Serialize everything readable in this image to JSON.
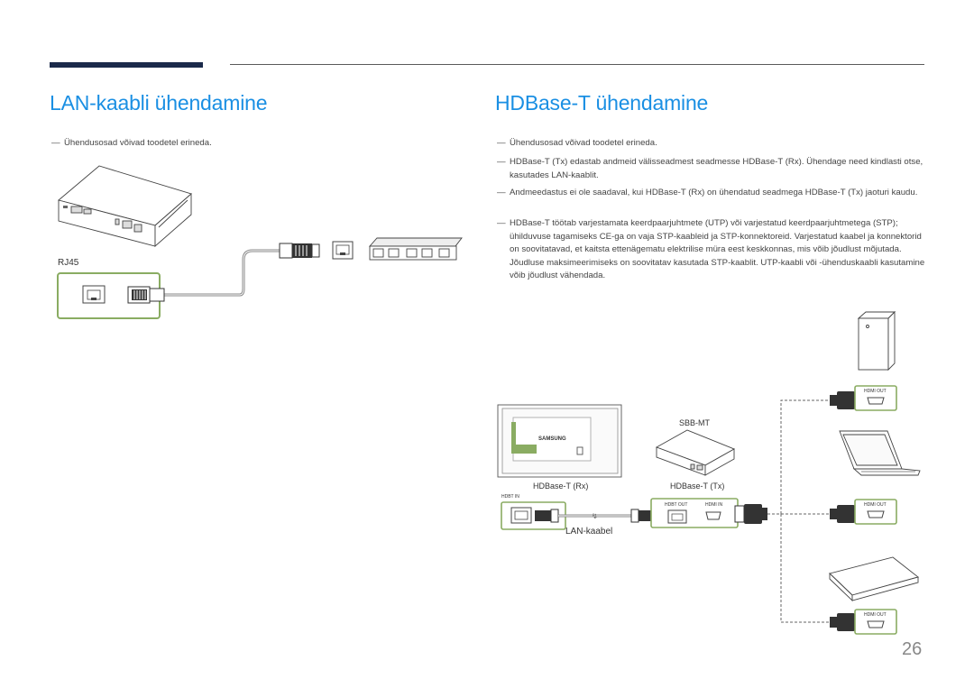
{
  "colors": {
    "title": "#1a8fe3",
    "topbar": "#1b2a4a",
    "highlight_green": "#8aac62",
    "text": "#444444"
  },
  "left": {
    "title": "LAN-kaabli ühendamine",
    "notes": [
      "Ühendusosad võivad toodetel erineda."
    ],
    "diagram": {
      "port_label": "RJ45"
    }
  },
  "right": {
    "title": "HDBase-T ühendamine",
    "notes": [
      "Ühendusosad võivad toodetel erineda.",
      "HDBase-T (Tx) edastab andmeid välisseadmest seadmesse HDBase-T (Rx). Ühendage need kindlasti otse, kasutades LAN-kaablit.",
      "Andmeedastus ei ole saadaval, kui HDBase-T (Rx) on ühendatud seadmega HDBase-T (Tx) jaoturi kaudu.",
      "HDBase-T töötab varjestamata keerdpaarjuhtmete (UTP) või varjestatud keerdpaarjuhtmetega (STP); ühilduvuse tagamiseks CE-ga on vaja STP-kaableid ja STP-konnektoreid. Varjestatud kaabel ja konnektorid on soovitatavad, et kaitsta ettenägematu elektrilise müra eest keskkonnas, mis võib jõudlust mõjutada. Jõudluse maksimeerimiseks on soovitatav kasutada STP-kaablit. UTP-kaabli või -ühenduskaabli kasutamine võib jõudlust vähendada."
    ],
    "diagram": {
      "display_brand": "SAMSUNG",
      "sbb_label": "SBB-MT",
      "rx_label": "HDBase-T (Rx)",
      "tx_label": "HDBase-T (Tx)",
      "hdbt_in": "HDBT IN",
      "hdbt_out": "HDBT OUT",
      "hdmi_in": "HDMI IN",
      "hdmi_out_1": "HDMI OUT",
      "hdmi_out_2": "HDMI OUT",
      "hdmi_out_3": "HDMI OUT",
      "cable_label": "LAN-kaabel"
    }
  },
  "page_number": "26"
}
